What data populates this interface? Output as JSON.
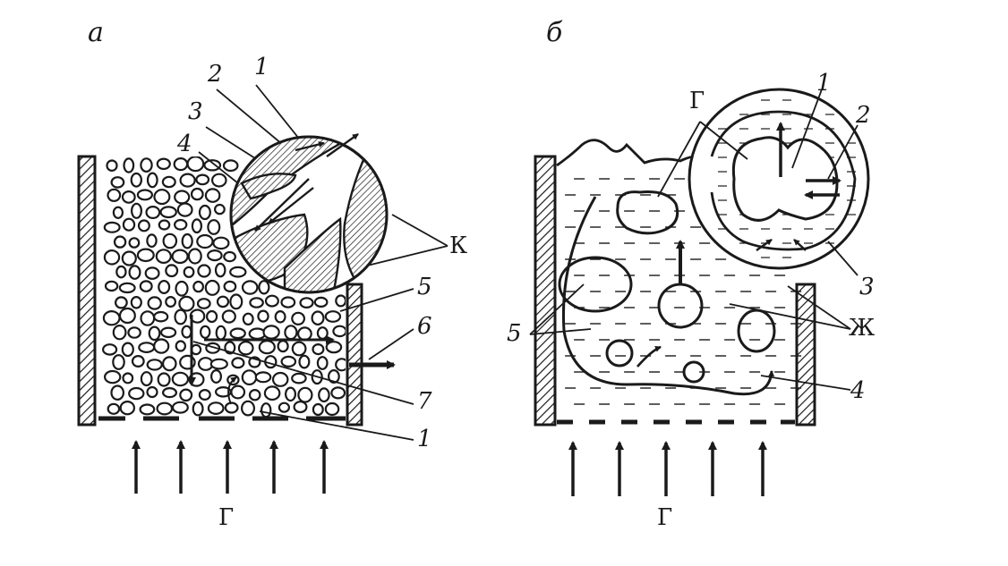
{
  "panels": {
    "a": {
      "letter": "а",
      "callouts": [
        "1",
        "2",
        "3",
        "4",
        "5",
        "6",
        "7",
        "1"
      ],
      "zoom_label": "К",
      "bottom_label": "Г"
    },
    "b": {
      "letter": "б",
      "callouts": [
        "1",
        "2",
        "3",
        "4",
        "5"
      ],
      "gas_label_top": "Г",
      "liquid_label": "Ж",
      "bottom_label": "Г"
    }
  },
  "colors": {
    "ink": "#1a1a1a",
    "paper": "#ffffff"
  }
}
